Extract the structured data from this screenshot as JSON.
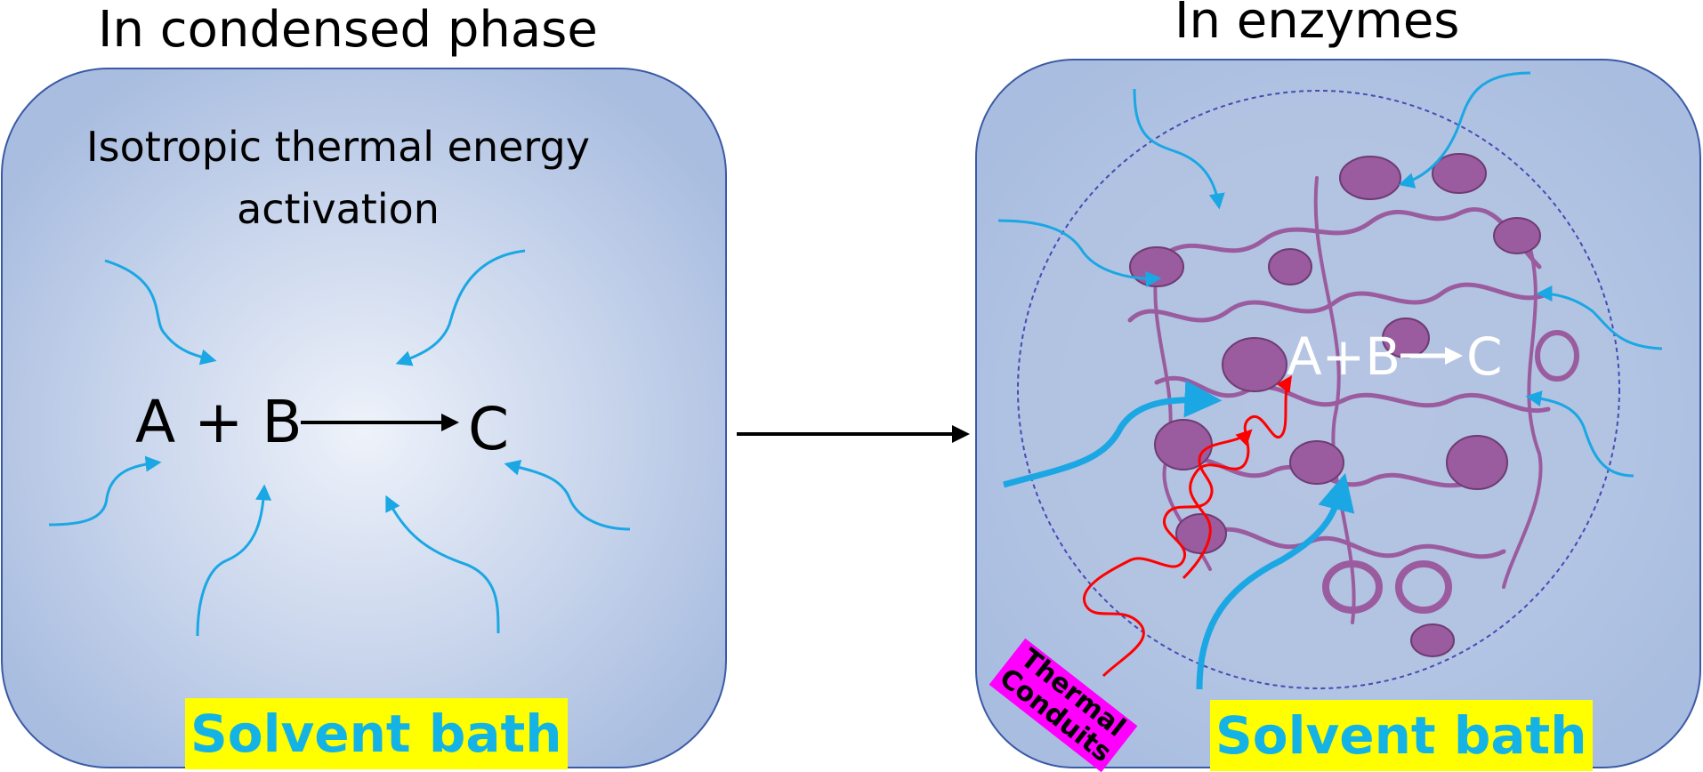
{
  "left_panel": {
    "title": "In condensed phase",
    "subtitle": "Isotropic thermal energy activation",
    "reaction": {
      "lhs": "A + B",
      "rhs": "C"
    },
    "bath_label": "Solvent bath"
  },
  "right_panel": {
    "title": "In enzymes",
    "reaction": {
      "lhs": "A+B",
      "rhs": "C"
    },
    "bath_label": "Solvent bath",
    "conduit_label": "Thermal Conduits"
  },
  "colors": {
    "panel_fill_center": "#e9eef8",
    "panel_fill_edge": "#a9bde0",
    "panel_border": "#3b5aa6",
    "arrow_blue": "#1aa7e4",
    "protein": "#9a5c9e",
    "thermal_wave": "#ff0000",
    "badge_yellow": "#ffff00",
    "conduit_magenta": "#ff00ff"
  }
}
